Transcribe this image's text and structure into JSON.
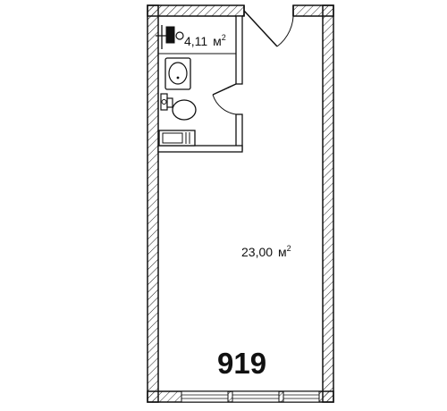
{
  "plan": {
    "unit_number": "919",
    "rooms": [
      {
        "id": "living-room",
        "area": "23,00",
        "unit": "м",
        "unit_power": "2"
      },
      {
        "id": "bathroom",
        "area": "4,11",
        "unit": "м",
        "unit_power": "2"
      }
    ]
  }
}
